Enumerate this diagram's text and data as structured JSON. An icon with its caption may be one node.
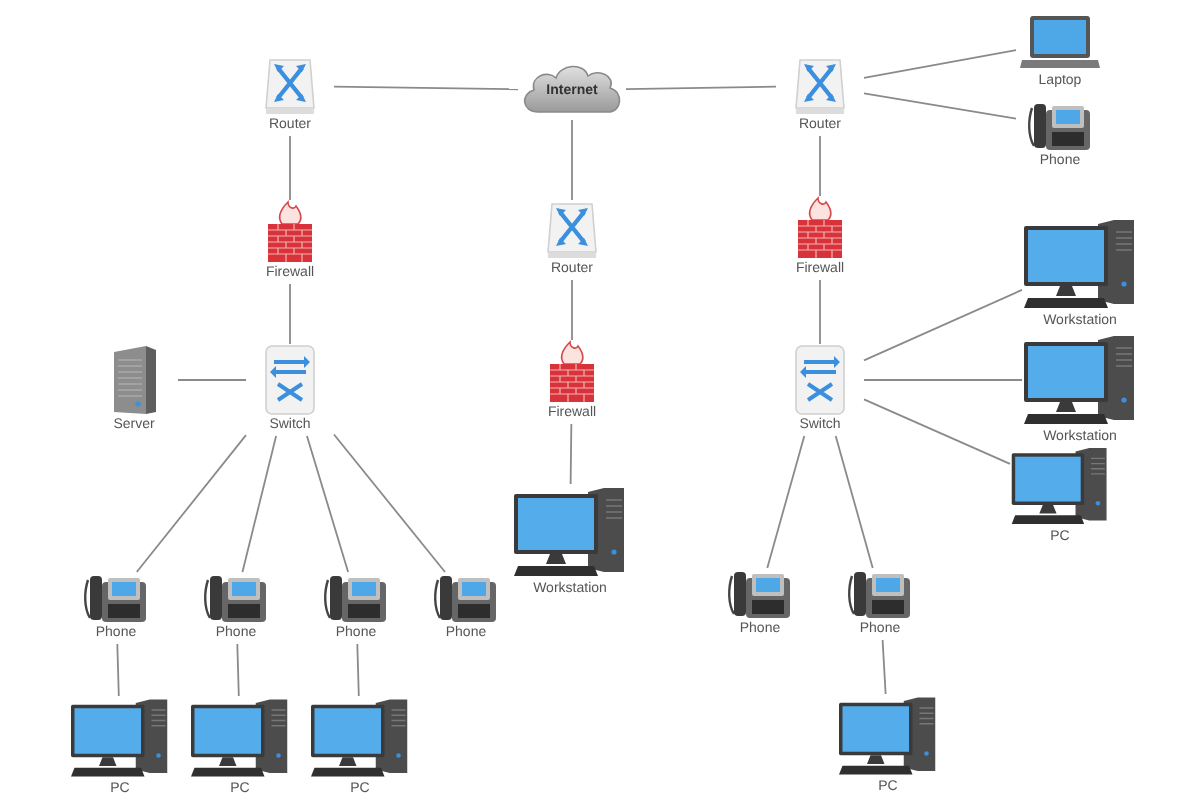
{
  "diagram": {
    "nodes": [
      {
        "text": [
          "Internet"
        ]
      },
      {
        "text": [
          "Router"
        ]
      },
      {
        "text": [
          "Router"
        ]
      },
      {
        "text": [
          "Laptop"
        ]
      },
      {
        "text": [
          "Phone"
        ]
      },
      {
        "text": [
          "Firewall"
        ]
      },
      {
        "text": [
          "Router"
        ]
      },
      {
        "text": [
          "Firewall"
        ]
      },
      {
        "text": [
          "Server"
        ]
      },
      {
        "text": [
          "Switch"
        ]
      },
      {
        "text": [
          "Firewall"
        ]
      },
      {
        "text": [
          "Switch"
        ]
      },
      {
        "text": [
          "Workstation"
        ]
      },
      {
        "text": [
          "Workstation"
        ]
      },
      {
        "text": [
          "PC"
        ]
      },
      {
        "text": [
          "Workstation"
        ]
      },
      {
        "text": [
          "Phone"
        ]
      },
      {
        "text": [
          "Phone"
        ]
      },
      {
        "text": [
          "Phone"
        ]
      },
      {
        "text": [
          "Phone"
        ]
      },
      {
        "text": [
          "Phone"
        ]
      },
      {
        "text": [
          "Phone"
        ]
      },
      {
        "text": [
          "PC"
        ]
      },
      {
        "text": [
          "PC"
        ]
      },
      {
        "text": [
          "PC"
        ]
      },
      {
        "text": [
          "PC"
        ]
      }
    ],
    "edges": [
      {
        "from": 1,
        "to": 0,
        "arrow": "none"
      },
      {
        "from": 0,
        "to": 2,
        "arrow": "none"
      },
      {
        "from": 0,
        "to": 6,
        "arrow": "none"
      },
      {
        "from": 2,
        "to": 3,
        "arrow": "none"
      },
      {
        "from": 2,
        "to": 4,
        "arrow": "none"
      },
      {
        "from": 1,
        "to": 5,
        "arrow": "none"
      },
      {
        "from": 2,
        "to": 7,
        "arrow": "none"
      },
      {
        "from": 6,
        "to": 10,
        "arrow": "none"
      },
      {
        "from": 5,
        "to": 9,
        "arrow": "none"
      },
      {
        "from": 8,
        "to": 9,
        "arrow": "none"
      },
      {
        "from": 7,
        "to": 11,
        "arrow": "none"
      },
      {
        "from": 10,
        "to": 15,
        "arrow": "none"
      },
      {
        "from": 11,
        "to": 12,
        "arrow": "none"
      },
      {
        "from": 11,
        "to": 13,
        "arrow": "none"
      },
      {
        "from": 11,
        "to": 14,
        "arrow": "none"
      },
      {
        "from": 9,
        "to": 16,
        "arrow": "none"
      },
      {
        "from": 9,
        "to": 17,
        "arrow": "none"
      },
      {
        "from": 9,
        "to": 18,
        "arrow": "none"
      },
      {
        "from": 9,
        "to": 19,
        "arrow": "none"
      },
      {
        "from": 11,
        "to": 20,
        "arrow": "none"
      },
      {
        "from": 11,
        "to": 21,
        "arrow": "none"
      },
      {
        "from": 16,
        "to": 22,
        "arrow": "none"
      },
      {
        "from": 17,
        "to": 23,
        "arrow": "none"
      },
      {
        "from": 18,
        "to": 24,
        "arrow": "none"
      },
      {
        "from": 21,
        "to": 25,
        "arrow": "none"
      }
    ]
  }
}
